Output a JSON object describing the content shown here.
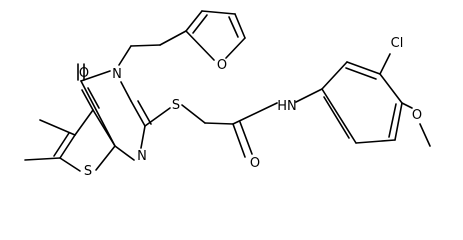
{
  "molecule": {
    "atom_labels": {
      "oxygen_carbonyl_ring": "O",
      "nitrogen_ring_upper": "N",
      "oxygen_furan": "O",
      "sulfur_thioether": "S",
      "nitrogen_ring_lower": "N",
      "sulfur_thiophene": "S",
      "amide_nh": "HN",
      "oxygen_amide": "O",
      "chlorine": "Cl",
      "oxygen_methoxy": "O"
    },
    "colors": {
      "ink": "#000000",
      "background": "#ffffff"
    }
  }
}
